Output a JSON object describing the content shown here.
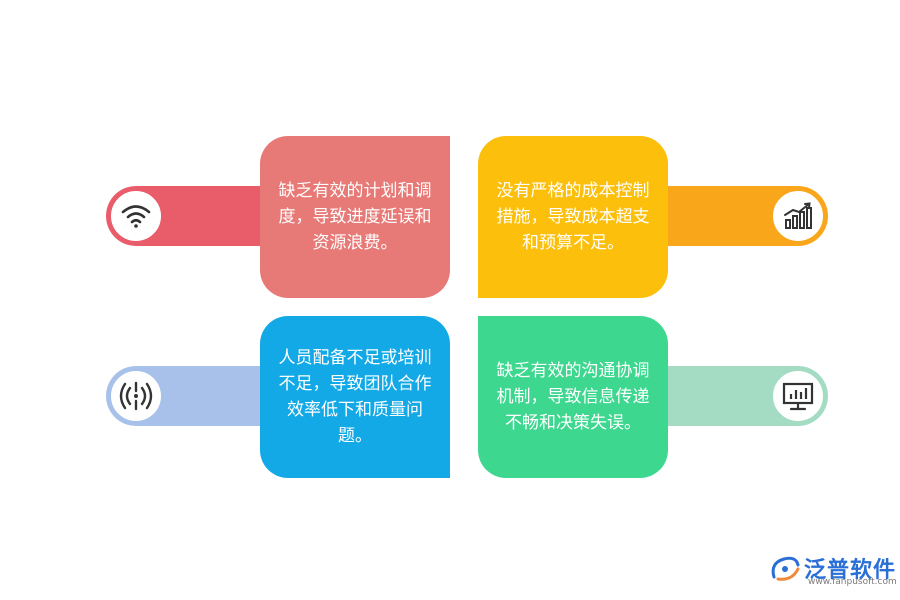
{
  "items": [
    {
      "text": "缺乏有效的计划和调度，导致进度延误和资源浪费。",
      "icon": "wifi-icon",
      "color": "#e77a77",
      "bar_color": "#e95d6b"
    },
    {
      "text": "没有严格的成本控制措施，导致成本超支和预算不足。",
      "icon": "bar-chart-icon",
      "color": "#fcbf0b",
      "bar_color": "#f9a61b"
    },
    {
      "text": "人员配备不足或培训不足，导致团队合作效率低下和质量问题。",
      "icon": "signal-icon",
      "color": "#12a9e6",
      "bar_color": "#a7c1ea"
    },
    {
      "text": "缺乏有效的沟通协调机制，导致信息传递不畅和决策失误。",
      "icon": "monitor-icon",
      "color": "#3dd78f",
      "bar_color": "#a3dcc2"
    }
  ],
  "logo": {
    "name": "泛普软件",
    "url": "www.fanpusoft.com"
  }
}
